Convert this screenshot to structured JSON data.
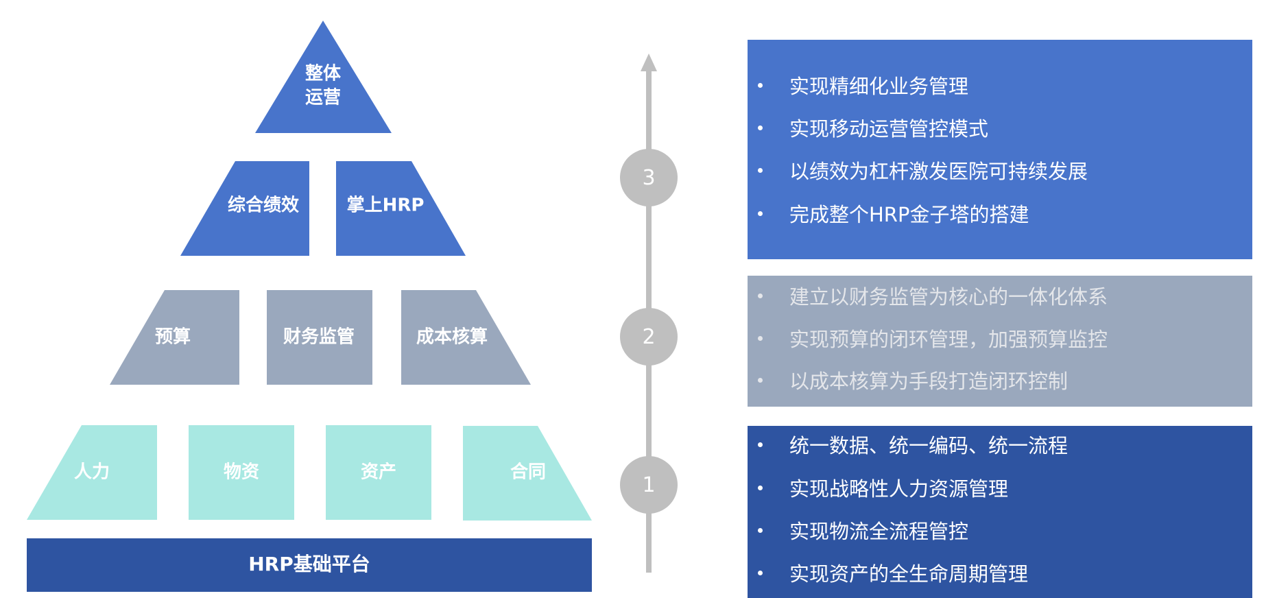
{
  "colors": {
    "top": "#4874cb",
    "middle": "#9aa8bd",
    "bottom": "#a8e8e2",
    "base": "#2e54a1",
    "timeline": "#bfbfbf"
  },
  "pyramid": {
    "tier3": {
      "apex_line1": "整体",
      "apex_line2": "运营",
      "left": "综合绩效",
      "right": "掌上HRP"
    },
    "tier2": [
      "预算",
      "财务监管",
      "成本核算"
    ],
    "tier1": [
      "人力",
      "物资",
      "资产",
      "合同"
    ],
    "base": "HRP基础平台"
  },
  "timeline": {
    "steps": [
      "3",
      "2",
      "1"
    ]
  },
  "panels": {
    "stage3": [
      "实现精细化业务管理",
      "实现移动运营管控模式",
      "以绩效为杠杆激发医院可持续发展",
      "完成整个HRP金子塔的搭建"
    ],
    "stage2": [
      "建立以财务监管为核心的一体化体系",
      "实现预算的闭环管理，加强预算监控",
      "以成本核算为手段打造闭环控制"
    ],
    "stage1": [
      "统一数据、统一编码、统一流程",
      "实现战略性人力资源管理",
      "实现物流全流程管控",
      "实现资产的全生命周期管理"
    ]
  }
}
